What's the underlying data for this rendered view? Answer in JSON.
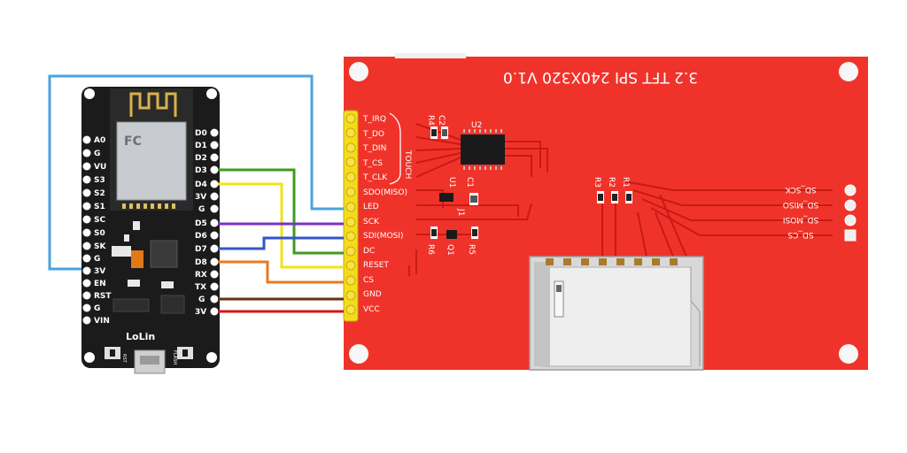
{
  "nodemcu": {
    "left_pins": [
      "A0",
      "G",
      "VU",
      "S3",
      "S2",
      "S1",
      "SC",
      "S0",
      "SK",
      "G",
      "3V",
      "EN",
      "RST",
      "G",
      "VIN"
    ],
    "right_pins": [
      "D0",
      "D1",
      "D2",
      "D3",
      "D4",
      "3V",
      "G",
      "D5",
      "D6",
      "D7",
      "D8",
      "RX",
      "TX",
      "G",
      "3V"
    ],
    "brand": "LoLin",
    "button_left": "RST",
    "button_right": "FLASH"
  },
  "tft": {
    "title": "3.2 TFT SPI 240X320 V1.0",
    "header_pins": [
      "T_IRQ",
      "T_DO",
      "T_DIN",
      "T_CS",
      "T_CLK",
      "SDO(MISO)",
      "LED",
      "SCK",
      "SDI(MOSI)",
      "DC",
      "RESET",
      "CS",
      "GND",
      "VCC"
    ],
    "touch_label": "TOUCH",
    "sd_pins": [
      "SD_SCK",
      "SD_MISO",
      "SD_MOSI",
      "SD_CS"
    ],
    "components": {
      "u2": "U2",
      "u1": "U1",
      "c1": "C1",
      "j1": "J1",
      "r4": "R4",
      "c2": "C2",
      "r3": "R3",
      "r2": "R2",
      "r1": "R1",
      "r6": "R6",
      "q1": "Q1",
      "r5": "R5"
    }
  },
  "wire_colors": {
    "light_blue": "#4aa3df",
    "green": "#3e9b1f",
    "yellow": "#f2e21b",
    "purple": "#7b2fc9",
    "blue": "#3355cc",
    "orange": "#e87a1e",
    "brown": "#6b2f12",
    "red": "#d41515"
  }
}
